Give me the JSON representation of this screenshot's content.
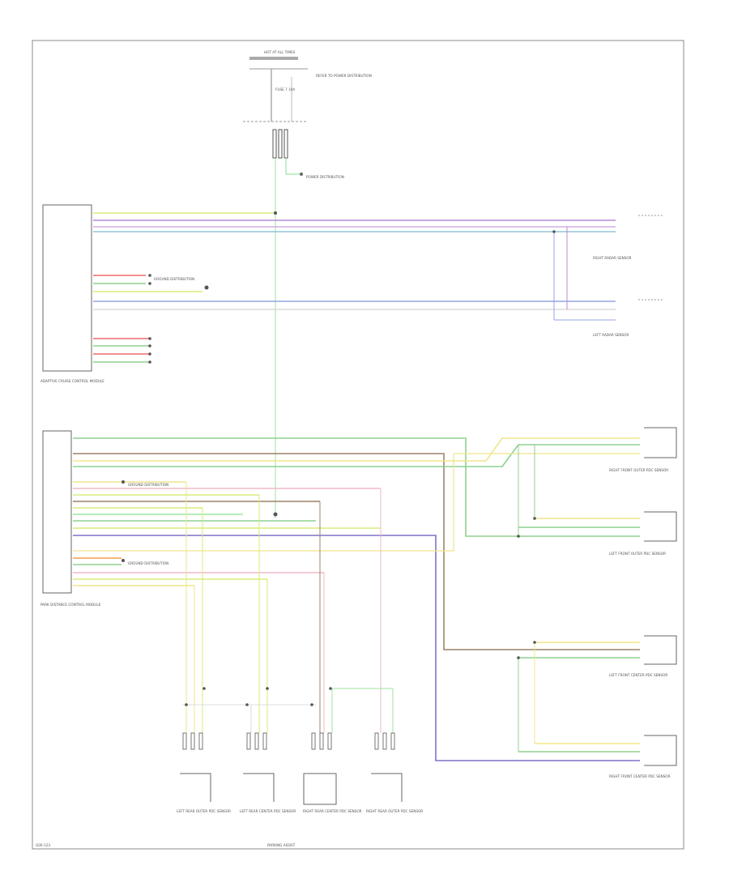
{
  "diagram": {
    "source_label": "HOT AT ALL TIMES",
    "fuse_label": "FUSE 7 10A",
    "fuse_note": "REFER TO POWER DISTRIBUTION",
    "power_distribution_label": "POWER DISTRIBUTION",
    "ground_label": "GROUND DISTRIBUTION",
    "footer_left": "G00-123",
    "footer_center": "PARKING ASSIST",
    "modules": {
      "acc": "ADAPTIVE CRUISE CONTROL MODULE",
      "pdc": "PARK DISTANCE CONTROL MODULE",
      "right_radar": "RIGHT RADAR SENSOR",
      "left_radar": "LEFT RADAR SENSOR",
      "right_front_outer": "RIGHT FRONT OUTER PDC SENSOR",
      "left_front_outer": "LEFT FRONT OUTER PDC SENSOR",
      "left_front_center": "LEFT FRONT CENTER PDC SENSOR",
      "right_front_center": "RIGHT FRONT CENTER PDC SENSOR",
      "left_rear_outer": "LEFT REAR OUTER PDC SENSOR",
      "left_rear_center": "LEFT REAR CENTER PDC SENSOR",
      "right_rear_center": "RIGHT REAR CENTER PDC SENSOR",
      "right_rear_outer": "RIGHT REAR OUTER PDC SENSOR"
    },
    "wire_colors": {
      "green_yellow": "#d6ee7a",
      "violet": "#b98ad6",
      "blue": "#94a6e2",
      "green": "#8fd08f",
      "yellow": "#f0e58c",
      "brown": "#9c8468",
      "red": "#ef6a6a",
      "pink": "#f1b8c8",
      "gray": "#b5b5b5",
      "light_green": "#9de59d"
    }
  }
}
